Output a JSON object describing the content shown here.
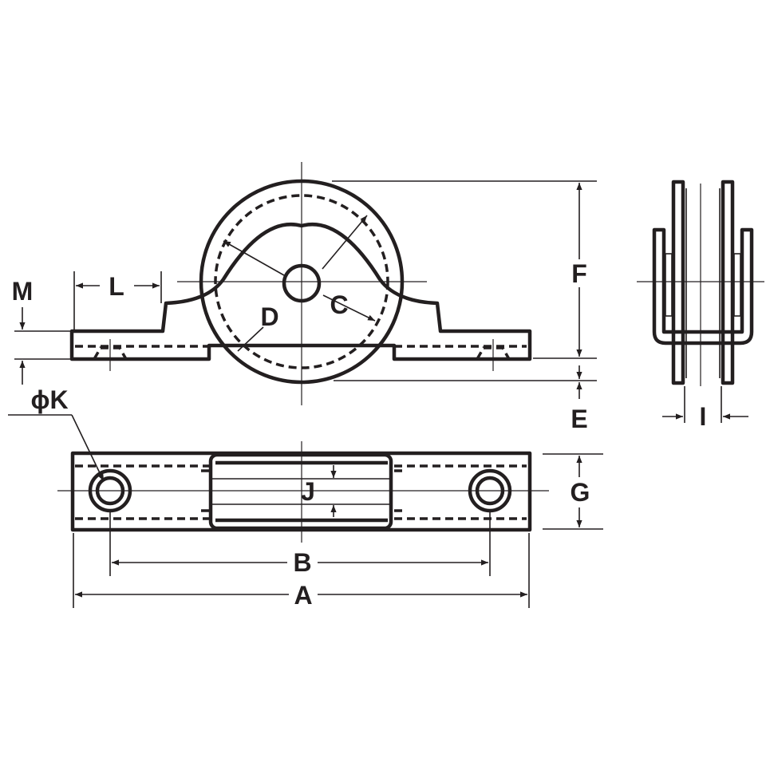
{
  "labels": {
    "A": "A",
    "B": "B",
    "C": "C",
    "D": "D",
    "E": "E",
    "F": "F",
    "G": "G",
    "I": "I",
    "J": "J",
    "K": "ϕK",
    "L": "L",
    "M": "M"
  }
}
